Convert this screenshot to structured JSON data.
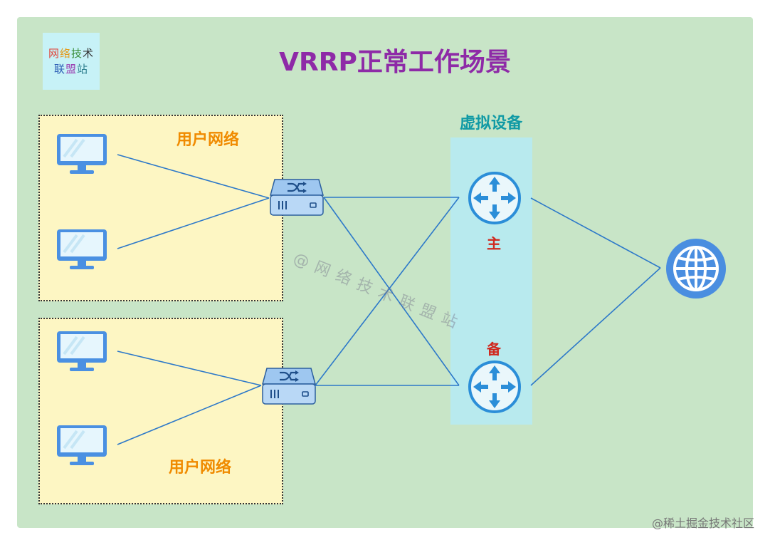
{
  "title": "VRRP正常工作场景",
  "logo": {
    "line1": [
      "网",
      "络",
      "技",
      "术"
    ],
    "line2": [
      "联",
      "盟",
      "站"
    ]
  },
  "user_network_label_top": "用户网络",
  "user_network_label_bottom": "用户网络",
  "virtual_device_label": "虚拟设备",
  "router_master_label": "主",
  "router_backup_label": "备",
  "watermark": "@网络技术联盟站",
  "footer": "@稀土掘金技术社区",
  "colors": {
    "background": "#c8e5c7",
    "user_box": "#fdf6c3",
    "virtual_box": "#b8eaee",
    "title": "#8e2aa7",
    "net_label": "#f08b00",
    "virtual_label": "#109aa5",
    "role_label": "#d0281e",
    "link": "#2c78c9",
    "device": "#4a90e2"
  },
  "icons": {
    "pc": "desktop-monitor-icon",
    "switch": "switch-icon",
    "router": "router-icon",
    "internet": "globe-icon"
  }
}
